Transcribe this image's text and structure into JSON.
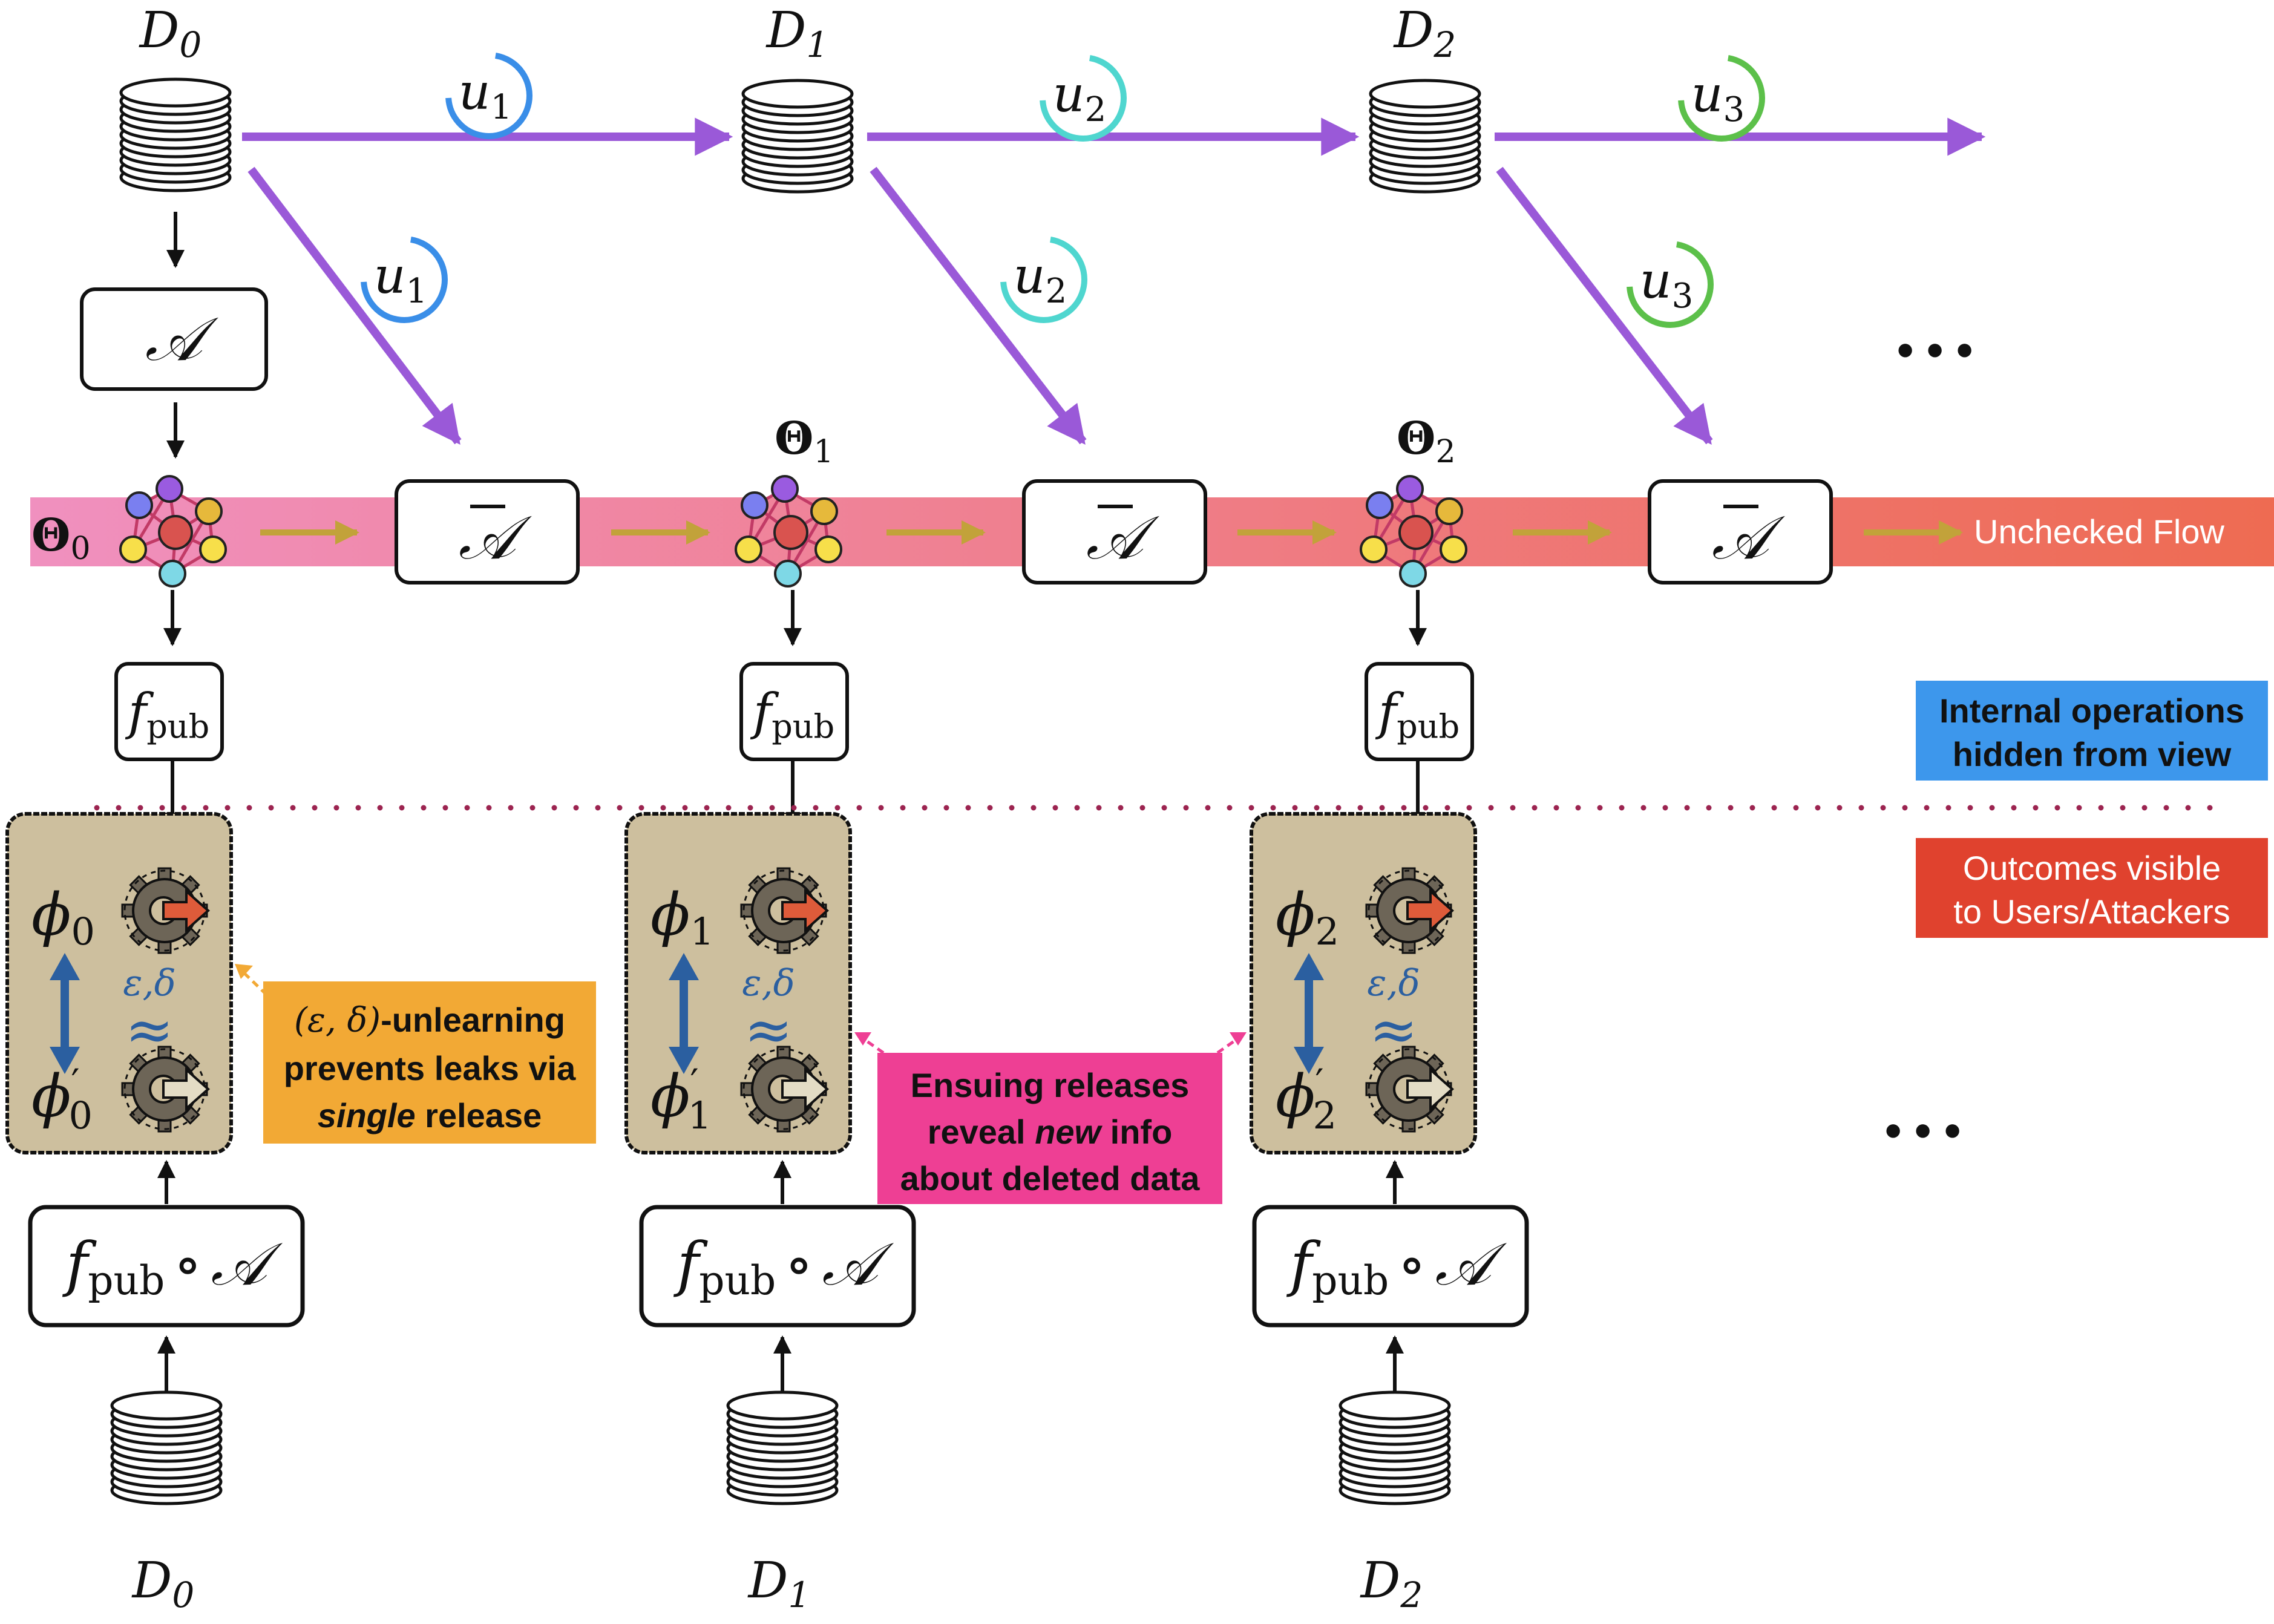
{
  "datasets_top": [
    {
      "base": "D",
      "sub": "0"
    },
    {
      "base": "D",
      "sub": "1"
    },
    {
      "base": "D",
      "sub": "2"
    }
  ],
  "datasets_bottom": [
    {
      "base": "D",
      "sub": "0"
    },
    {
      "base": "D",
      "sub": "1"
    },
    {
      "base": "D",
      "sub": "2"
    }
  ],
  "updates": [
    {
      "base": "u",
      "sub": "1",
      "color": "#3a8ee8"
    },
    {
      "base": "u",
      "sub": "2",
      "color": "#4fd6cf"
    },
    {
      "base": "u",
      "sub": "3",
      "color": "#5cc04a"
    }
  ],
  "models": [
    {
      "base": "Θ",
      "sub": "0"
    },
    {
      "base": "Θ",
      "sub": "1"
    },
    {
      "base": "Θ",
      "sub": "2"
    }
  ],
  "learning_algorithm": "𝒜",
  "unlearning_algorithm": "𝒜",
  "publish_function": {
    "base": "f",
    "sub": "pub"
  },
  "composite_function": {
    "base": "f",
    "sub": "pub",
    "op": "∘",
    "alg": "𝒜"
  },
  "outputs": [
    {
      "phi_sub": "0",
      "prime": "′"
    },
    {
      "phi_sub": "1",
      "prime": "′"
    },
    {
      "phi_sub": "2",
      "prime": "′"
    }
  ],
  "phi_symbol": "ϕ",
  "approx_label": "ε,δ",
  "approx_symbol": "≈",
  "ellipsis": "• • •",
  "flow_label": "Unchecked Flow",
  "legend": {
    "internal": {
      "line1": "Internal operations",
      "line2": "hidden from view",
      "color": "#3d97ec"
    },
    "visible": {
      "line1": "Outcomes visible",
      "line2": "to Users/Attackers",
      "color": "#e0422e"
    }
  },
  "callout_single": {
    "line1_math": "(ε, δ)",
    "line1_rest": "-unlearning",
    "line2": "prevents leaks via",
    "line3_italic": "single",
    "line3_rest": " release",
    "color": "#f2a935"
  },
  "callout_ensuing": {
    "line1": "Ensuing releases",
    "line2_pre": "reveal ",
    "line2_italic": "new",
    "line2_post": " info",
    "line3": "about deleted data",
    "color": "#ee3f94"
  },
  "colors": {
    "update_arrow": "#9a59d8",
    "flow_arrow": "#c2a23a",
    "band_start": "#f090bf",
    "band_end": "#ee6b52",
    "output_box": "#cdbf9e",
    "eps_blue": "#2b5fa0",
    "gear_arrow_out": "#de5b3a"
  }
}
